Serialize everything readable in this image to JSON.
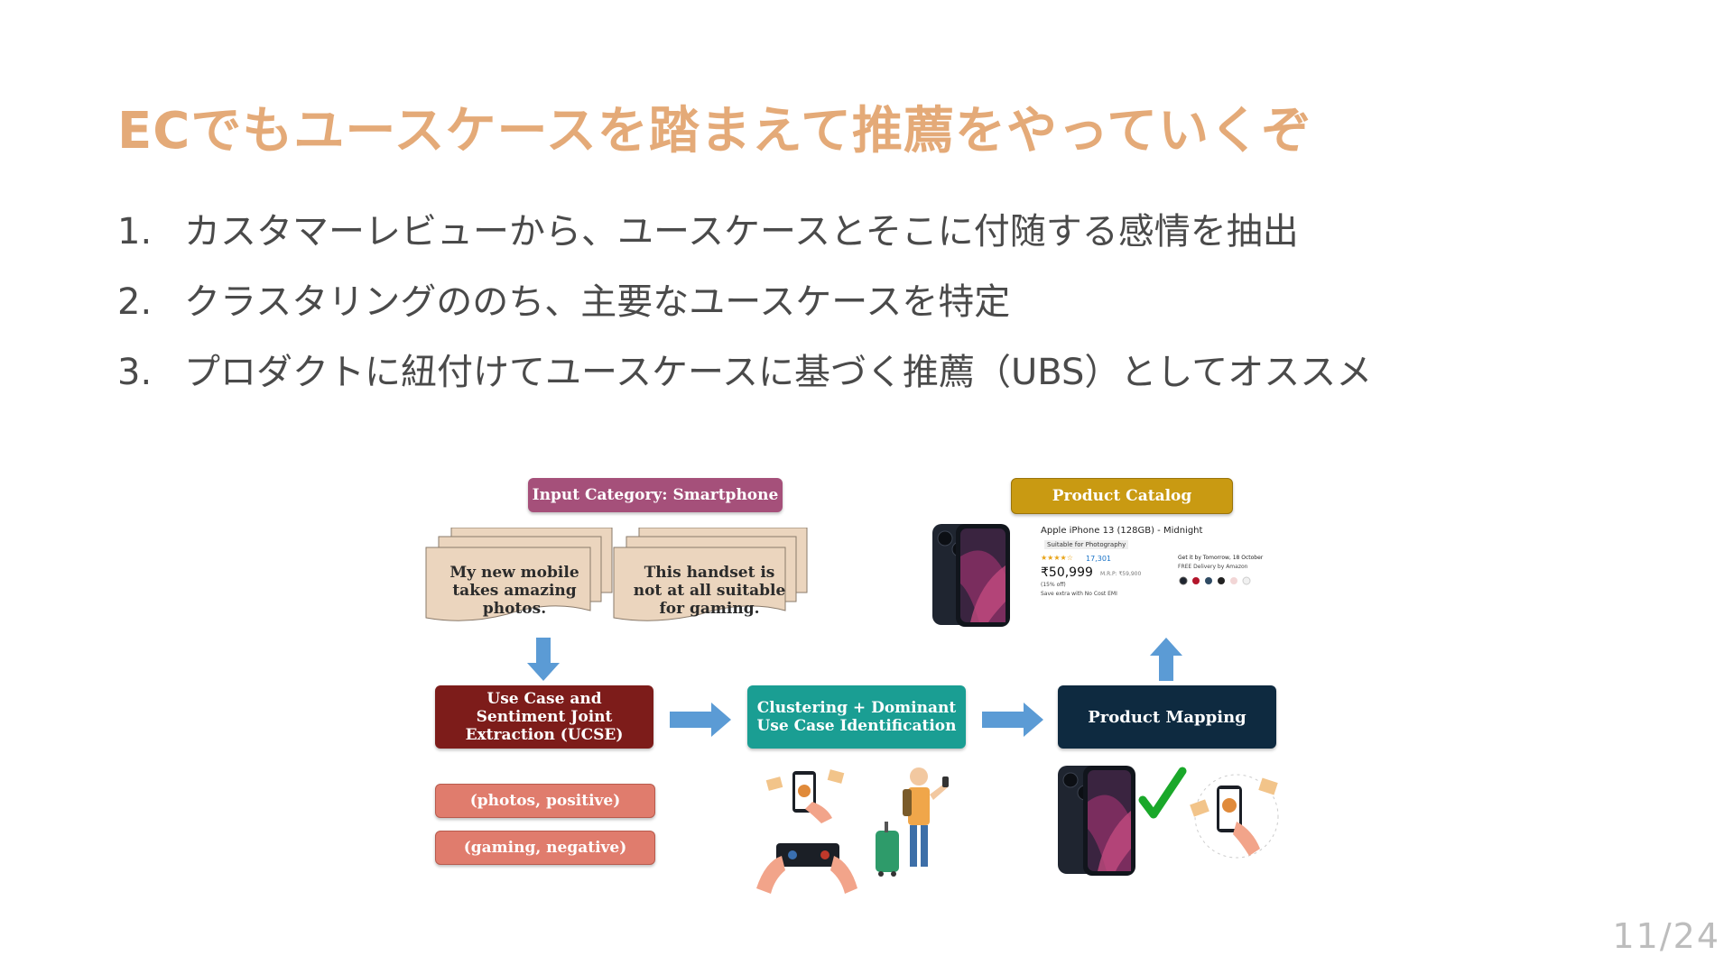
{
  "slide": {
    "title": "ECでもユースケースを踏まえて推薦をやっていくぞ",
    "bullets": [
      {
        "num": "1.",
        "text": "カスタマーレビューから、ユースケースとそこに付随する感情を抽出"
      },
      {
        "num": "2.",
        "text": "クラスタリングののち、主要なユースケースを特定"
      },
      {
        "num": "3.",
        "text": "プロダクトに紐付けてユースケースに基づく推薦（UBS）としてオススメ"
      }
    ],
    "page_number": "11/24"
  },
  "diagram": {
    "input_category": "Input Category: Smartphone",
    "review_1": "My new mobile takes amazing photos.",
    "review_2": "This handset is not at all suitable for gaming.",
    "ucse_box": "Use Case and Sentiment Joint Extraction (UCSE)",
    "clustering_box": "Clustering + Dominant Use Case Identification",
    "mapping_box": "Product Mapping",
    "catalog_label": "Product Catalog",
    "pair_1": "(photos, positive)",
    "pair_2": "(gaming, negative)",
    "product_card": {
      "name": "Apple iPhone 13 (128GB) - Midnight",
      "tag": "Suitable for Photography",
      "rating_count": "17,301",
      "price": "₹50,999",
      "mrp": "M.R.P: ₹59,900",
      "discount": "(15% off)",
      "emi": "Save extra with No Cost EMI",
      "delivery": "Get it by Tomorrow, 18 October",
      "delivery_note": "FREE Delivery by Amazon"
    },
    "colors": {
      "input_category": "#a5507a",
      "catalog": "#c99a12",
      "ucse": "#7d1c1a",
      "clustering": "#1a9e93",
      "mapping": "#0e2a40",
      "pair": "#e07c6d",
      "arrow": "#5b9bd5"
    }
  }
}
